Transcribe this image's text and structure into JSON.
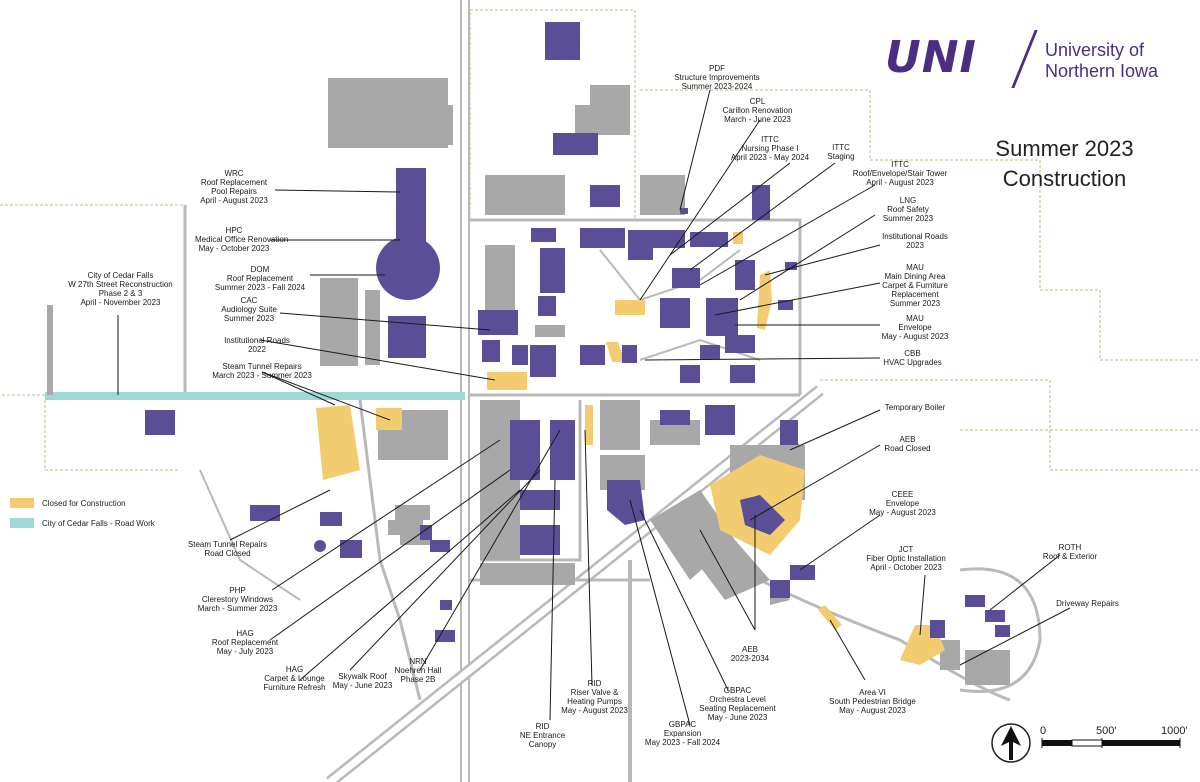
{
  "logo": {
    "mark": "UNI",
    "name_line1": "University of",
    "name_line2": "Northern Iowa"
  },
  "title": {
    "line1": "Summer 2023",
    "line2": "Construction"
  },
  "legend": [
    {
      "color": "#f3cc70",
      "label": "Closed for Construction"
    },
    {
      "color": "#9ed9d3",
      "label": "City of Cedar Falls - Road Work"
    }
  ],
  "colors": {
    "building": "#5a4f96",
    "closed": "#f3cc70",
    "city_road": "#9ed9d3",
    "parking": "#a8a8a8",
    "leader": "#1a1a1a"
  },
  "scale": {
    "ticks": [
      "0",
      "500'",
      "1000'"
    ],
    "north_icon": "north-arrow-icon"
  },
  "projects": {
    "pdf": [
      "PDF",
      "Structure Improvements",
      "Summer 2023-2024"
    ],
    "cpl": [
      "CPL",
      "Carillon Renovation",
      "March - June 2023"
    ],
    "ittc1": [
      "ITTC",
      "Nursing Phase I",
      "April 2023 - May 2024"
    ],
    "ittc2": [
      "ITTC",
      "Staging"
    ],
    "ittc3": [
      "ITTC",
      "Roof/Envelope/Stair Tower",
      "April - August 2023"
    ],
    "lng": [
      "LNG",
      "Roof Safety",
      "Summer 2023"
    ],
    "inst_roads_2023": [
      "Institutional Roads",
      "2023"
    ],
    "mau1": [
      "MAU",
      "Main Dining Area",
      "Carpet & Furniture",
      "Replacement",
      "Summer 2023"
    ],
    "mau2": [
      "MAU",
      "Envelope",
      "May - August 2023"
    ],
    "cbb": [
      "CBB",
      "HVAC Upgrades"
    ],
    "temp_boiler": [
      "Temporary Boiler"
    ],
    "aeb_road": [
      "AEB",
      "Road Closed"
    ],
    "ceee": [
      "CEEE",
      "Envelope",
      "May - August 2023"
    ],
    "jct": [
      "JCT",
      "Fiber Optic Installation",
      "April - October 2023"
    ],
    "roth": [
      "ROTH",
      "Roof & Exterior"
    ],
    "driveway": [
      "Driveway Repairs"
    ],
    "area6": [
      "Area VI",
      "South Pedestrian Bridge",
      "May - August 2023"
    ],
    "aeb_long": [
      "AEB",
      "2023-2034"
    ],
    "gbpac_seat": [
      "GBPAC",
      "Orchestra Level",
      "Seating Replacement",
      "May - June 2023"
    ],
    "gbpac_exp": [
      "GBPAC",
      "Expansion",
      "May 2023 - Fall 2024"
    ],
    "rid_pumps": [
      "RID",
      "Riser Valve &",
      "Heating Pumps",
      "May - August 2023"
    ],
    "rid_canopy": [
      "RID",
      "NE Entrance",
      "Canopy"
    ],
    "nrn": [
      "NRN",
      "Noehren Hall",
      "Phase 2B"
    ],
    "skywalk": [
      "Skywalk Roof",
      "May - June 2023"
    ],
    "hag_carpet": [
      "HAG",
      "Carpet & Lounge",
      "Furniture Refresh"
    ],
    "hag_roof": [
      "HAG",
      "Roof Replacement",
      "May - July 2023"
    ],
    "php": [
      "PHP",
      "Clerestory Windows",
      "March - Summer 2023"
    ],
    "steam_closed": [
      "Steam Tunnel Repairs",
      "Road Closed"
    ],
    "wrc": [
      "WRC",
      "Roof Replacement",
      "Pool Repairs",
      "April - August 2023"
    ],
    "hpc": [
      "HPC",
      "Medical Office Renovation",
      "May - October 2023"
    ],
    "dom": [
      "DOM",
      "Roof Replacement",
      "Summer 2023 - Fall 2024"
    ],
    "cac": [
      "CAC",
      "Audiology Suite",
      "Summer 2023"
    ],
    "inst_roads_2022": [
      "Institutional Roads",
      "2022"
    ],
    "steam_repairs": [
      "Steam Tunnel Repairs",
      "March 2023 - Summer 2023"
    ],
    "cedar_falls": [
      "City of Cedar Falls",
      "W 27th Street Reconstruction",
      "Phase 2 & 3",
      "April - November 2023"
    ]
  }
}
